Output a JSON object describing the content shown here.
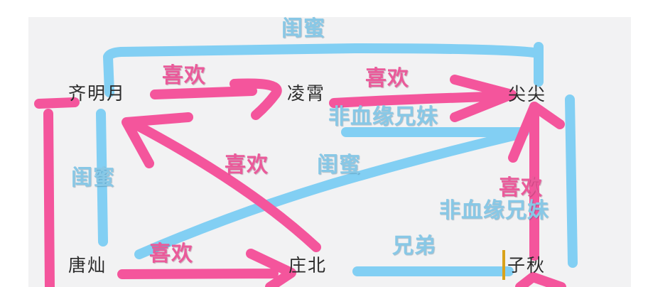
{
  "colors": {
    "pink": "#f4559c",
    "blue": "#82cff3",
    "paper": "#f2f2f3",
    "text": "#2b2b2b",
    "cursor": "#d9a21b"
  },
  "nodes": {
    "qimingyue": "齐明月",
    "lingxiao": "凌霄",
    "jianjian": "尖尖",
    "tangcan": "唐灿",
    "zhuangbei": "庄北",
    "ziqiu": "子秋"
  },
  "labels": {
    "top_guimi": "闺蜜",
    "qi_to_ling_like": "喜欢",
    "ling_to_jian_like": "喜欢",
    "ling_jian_step_siblings": "非血缘兄妹",
    "zhuang_to_qi_like": "喜欢",
    "tang_jian_guimi": "闺蜜",
    "qi_tang_guimi": "闺蜜",
    "zi_to_jian_like": "喜欢",
    "zi_jian_step_siblings": "非血缘兄妹",
    "tang_to_zhuang_like": "喜欢",
    "zhuang_zi_brothers": "兄弟"
  },
  "edges": [
    {
      "from": "齐明月",
      "to": "尖尖",
      "relation": "闺蜜",
      "color": "blue"
    },
    {
      "from": "齐明月",
      "to": "凌霄",
      "relation": "喜欢",
      "color": "pink",
      "arrow": true
    },
    {
      "from": "凌霄",
      "to": "尖尖",
      "relation": "喜欢",
      "color": "pink",
      "arrow": true
    },
    {
      "from": "凌霄",
      "to": "尖尖",
      "relation": "非血缘兄妹",
      "color": "blue"
    },
    {
      "from": "庄北",
      "to": "齐明月",
      "relation": "喜欢",
      "color": "pink",
      "arrow": true
    },
    {
      "from": "唐灿",
      "to": "尖尖",
      "relation": "闺蜜",
      "color": "blue"
    },
    {
      "from": "齐明月",
      "to": "唐灿",
      "relation": "闺蜜",
      "color": "blue"
    },
    {
      "from": "子秋",
      "to": "尖尖",
      "relation": "喜欢",
      "color": "pink",
      "arrow": true
    },
    {
      "from": "子秋",
      "to": "尖尖",
      "relation": "非血缘兄妹",
      "color": "blue"
    },
    {
      "from": "唐灿",
      "to": "庄北",
      "relation": "喜欢",
      "color": "pink",
      "arrow": true
    },
    {
      "from": "庄北",
      "to": "子秋",
      "relation": "兄弟",
      "color": "blue"
    }
  ]
}
